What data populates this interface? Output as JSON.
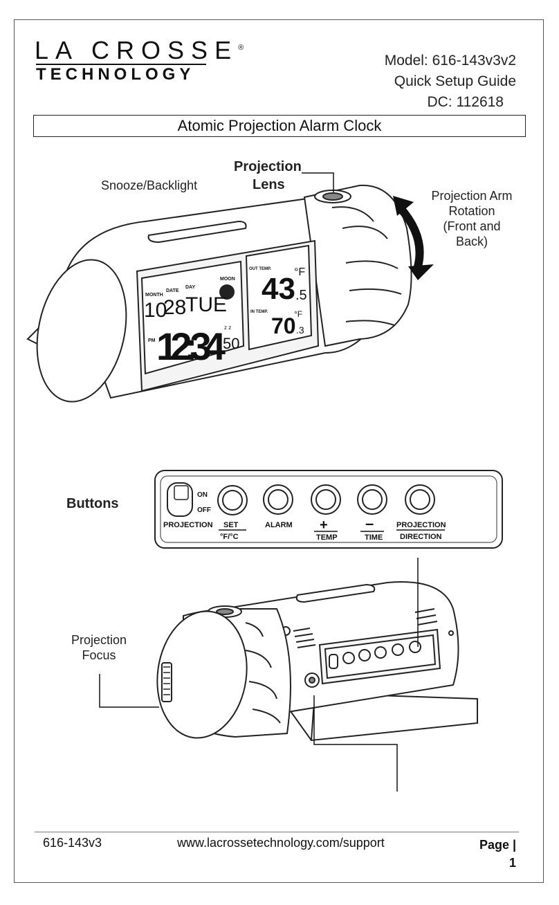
{
  "brand": {
    "line1": "LA CROSSE",
    "line2": "TECHNOLOGY",
    "reg": "®"
  },
  "header": {
    "model": "Model: 616-143v3v2",
    "guide": "Quick Setup Guide",
    "dc": "DC: 112618"
  },
  "title": "Atomic Projection Alarm Clock",
  "callouts": {
    "snooze": "Snooze/Backlight",
    "lens_line1": "Projection",
    "lens_line2": "Lens",
    "arm_line1": "Projection Arm",
    "arm_line2": "Rotation",
    "arm_line3": "(Front and",
    "arm_line4": "Back)",
    "buttons": "Buttons",
    "focus_line1": "Projection",
    "focus_line2": "Focus"
  },
  "display": {
    "month_label": "MONTH",
    "date_label": "DATE",
    "day_label": "DAY",
    "moon_label": "MOON",
    "month": "10",
    "date": "28",
    "day": "TUE",
    "ampm": "PM",
    "time": "12:34",
    "seconds": "50",
    "zz": "z z",
    "out_label": "OUT TEMP.",
    "out_temp": "43",
    "out_dec": ".5",
    "out_unit": "°F",
    "in_label": "IN TEMP.",
    "in_temp": "70",
    "in_dec": ".3",
    "in_unit": "°F"
  },
  "panel": {
    "switch_on": "ON",
    "switch_off": "OFF",
    "switch_label": "PROJECTION",
    "btn_set_top": "SET",
    "btn_set_bottom": "°F/°C",
    "btn_alarm": "ALARM",
    "btn_plus": "+",
    "btn_temp": "TEMP",
    "btn_minus": "–",
    "btn_time": "TIME",
    "btn_proj_top": "PROJECTION",
    "btn_proj_bottom": "DIRECTION"
  },
  "footer": {
    "model": "616-143v3",
    "url": "www.lacrossetechnology.com/support",
    "page_label": "Page |",
    "page_num": "1"
  }
}
